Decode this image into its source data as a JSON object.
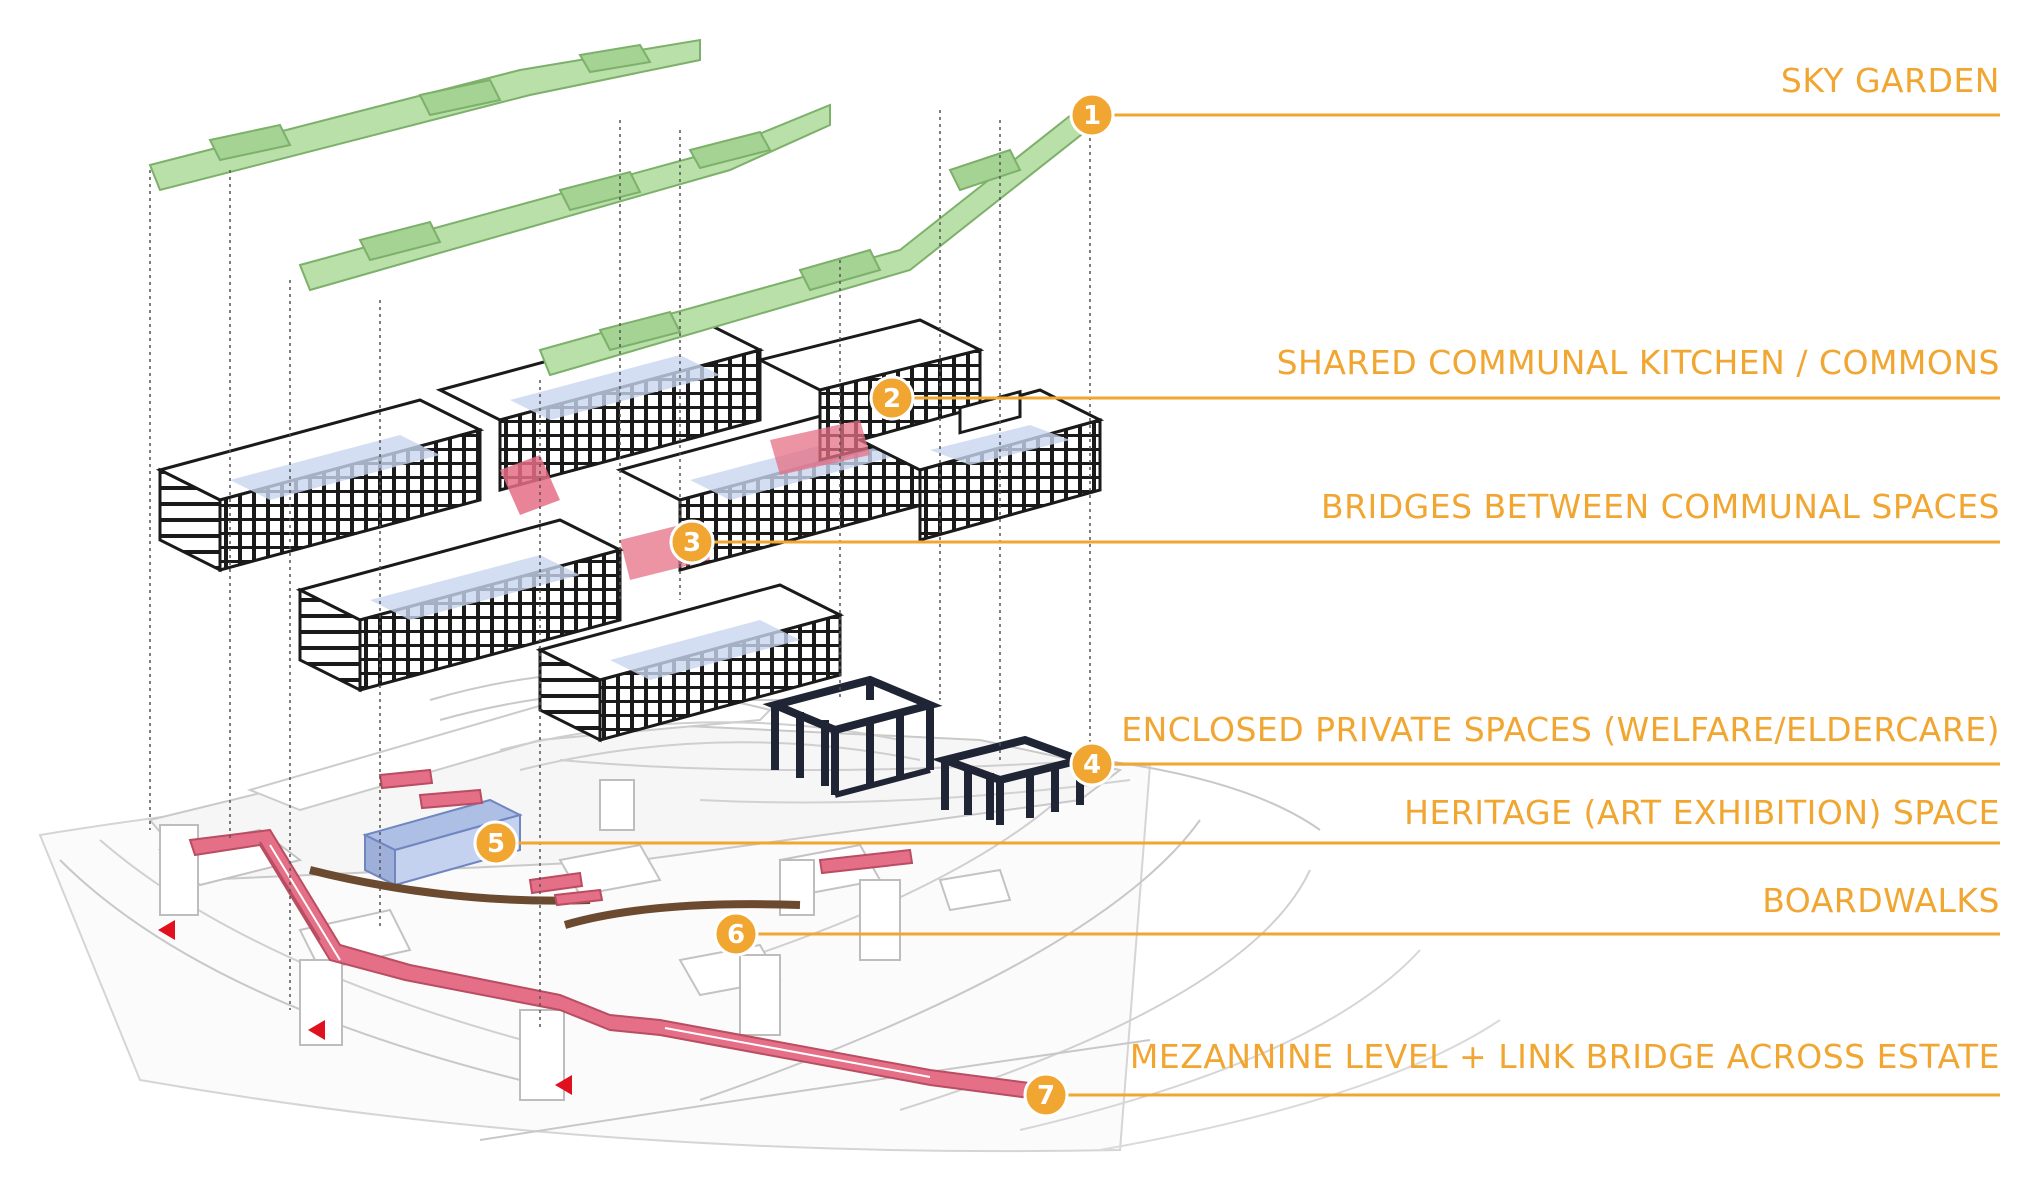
{
  "colors": {
    "accent_orange": "#f0a630",
    "sky_garden_green": "#b8e0a8",
    "building_blue": "#c9d6f0",
    "bridge_red": "#e56f86",
    "enclosed_dark": "#1f2535",
    "boardwalk_brown": "#6b4a30",
    "entry_arrow_red": "#e0101e"
  },
  "labels": [
    {
      "number": "1",
      "text": "SKY GARDEN"
    },
    {
      "number": "2",
      "text": "SHARED COMMUNAL KITCHEN / COMMONS"
    },
    {
      "number": "3",
      "text": "BRIDGES BETWEEN COMMUNAL SPACES"
    },
    {
      "number": "4",
      "text": "ENCLOSED PRIVATE SPACES (WELFARE/ELDERCARE)"
    },
    {
      "number": "5",
      "text": "HERITAGE (ART EXHIBITION) SPACE"
    },
    {
      "number": "6",
      "text": "BOARDWALKS"
    },
    {
      "number": "7",
      "text": "MEZANNINE LEVEL + LINK BRIDGE ACROSS ESTATE"
    }
  ]
}
